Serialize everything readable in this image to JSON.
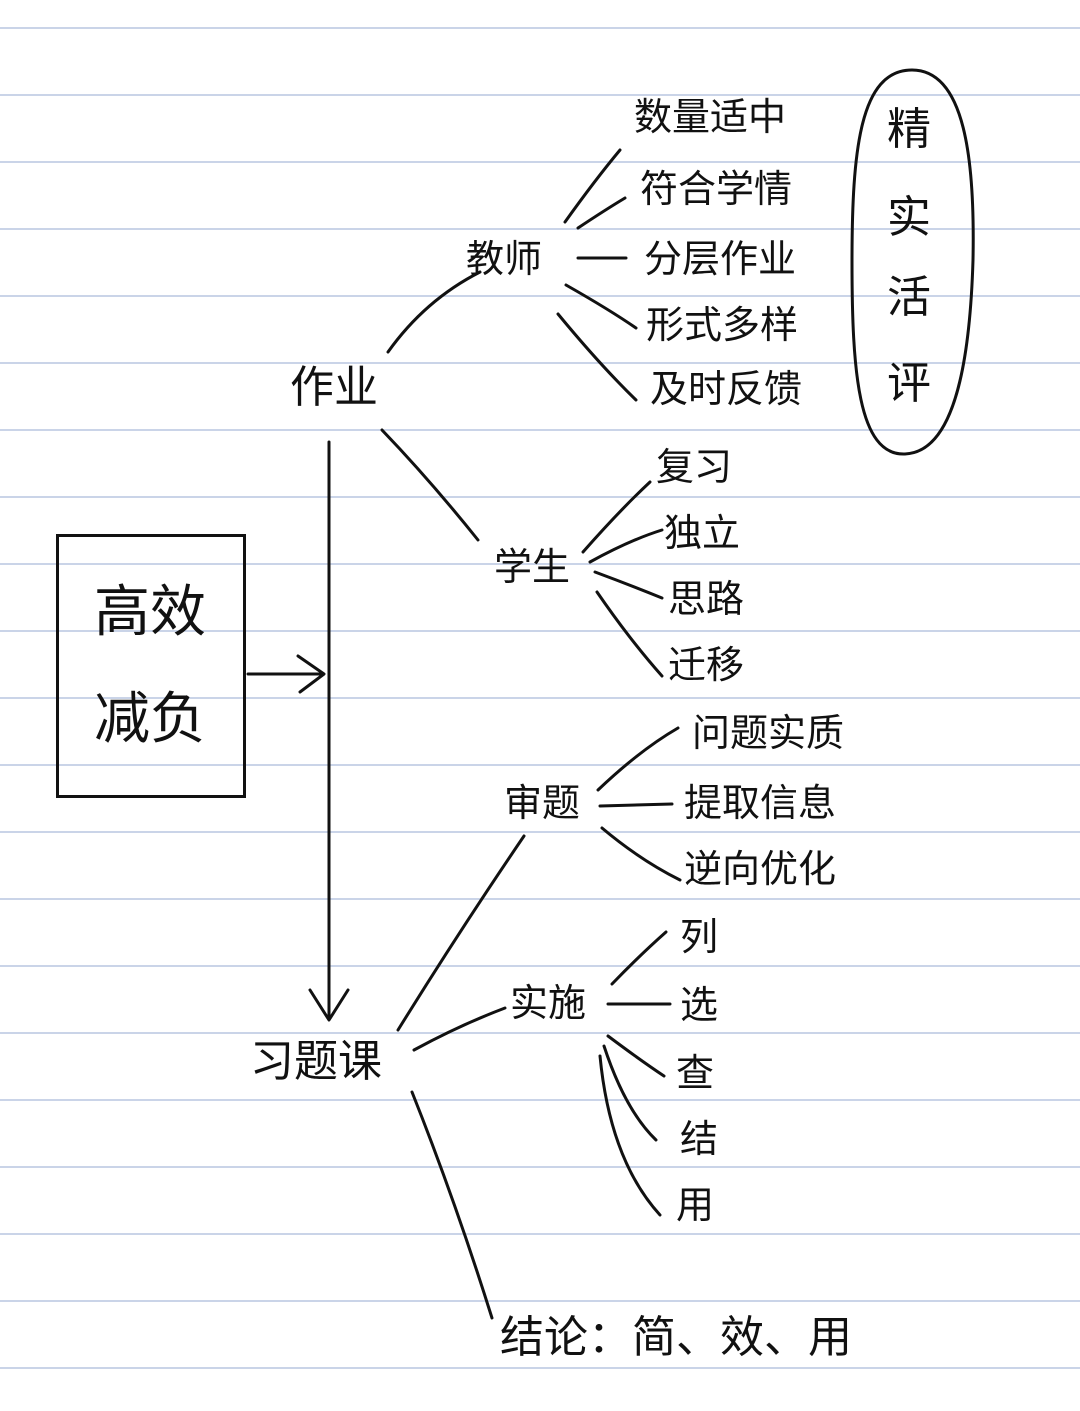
{
  "box": {
    "line1": "高效",
    "line2": "减负"
  },
  "homework": {
    "label": "作业",
    "teacher": {
      "label": "教师",
      "items": [
        "数量适中",
        "符合学情",
        "分层作业",
        "形式多样",
        "及时反馈"
      ]
    },
    "student": {
      "label": "学生",
      "items": [
        "复习",
        "独立",
        "思路",
        "迁移"
      ]
    }
  },
  "evaluation": {
    "chars": [
      "精",
      "实",
      "活",
      "评"
    ]
  },
  "practice_class": {
    "label": "习题课",
    "review": {
      "label": "审题",
      "items": [
        "问题实质",
        "提取信息",
        "逆向优化"
      ]
    },
    "implement": {
      "label": "实施",
      "items": [
        "列",
        "选",
        "查",
        "结",
        "用"
      ]
    },
    "conclusion": "结论：简、效、用"
  },
  "colors": {
    "ink": "#111111",
    "rule": "#b8c6e0"
  }
}
